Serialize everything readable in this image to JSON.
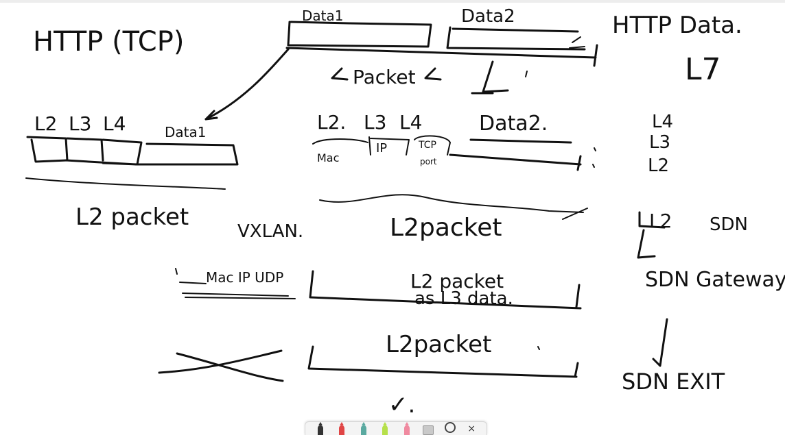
{
  "whiteboard": {
    "header_left": "HTTP (TCP)",
    "data1_top": "Data1",
    "data2_top": "Data2",
    "header_right": "HTTP Data.",
    "l7": "L7",
    "packet_label": "Packet",
    "row1_labels": [
      "L2",
      "L3",
      "L4"
    ],
    "row1_data": "Data1",
    "row1_caption": "L2 packet",
    "row2_labels": [
      "L2.",
      "L3",
      "L4"
    ],
    "row2_data": "Data2.",
    "row2_fields": [
      "Mac",
      "IP",
      "TCP",
      "port"
    ],
    "right_layers": [
      "L4",
      "L3",
      "L2"
    ],
    "vxlan": "VXLAN.",
    "row2_caption": "L2packet",
    "sdn_l2": "L2",
    "sdn": "SDN",
    "encap_fields": "Mac IP UDP",
    "encap_text1": "L2 packet",
    "encap_text2": "as L3 data.",
    "sdn_gateway": "SDN Gateway",
    "bottom_caption": "L2packet",
    "sdn_exit": "SDN EXIT",
    "check_mark": "✓."
  },
  "toolbar": {
    "tools": [
      {
        "name": "pen-black",
        "color": "#333333"
      },
      {
        "name": "pen-red",
        "color": "#e04545"
      },
      {
        "name": "pen-teal",
        "color": "#5aa9a0"
      },
      {
        "name": "highlighter-green",
        "color": "#b6e04a"
      },
      {
        "name": "highlighter-pink",
        "color": "#f08aa0"
      }
    ],
    "eraser": "eraser-icon",
    "lasso": "lasso-icon",
    "close_glyph": "×"
  }
}
